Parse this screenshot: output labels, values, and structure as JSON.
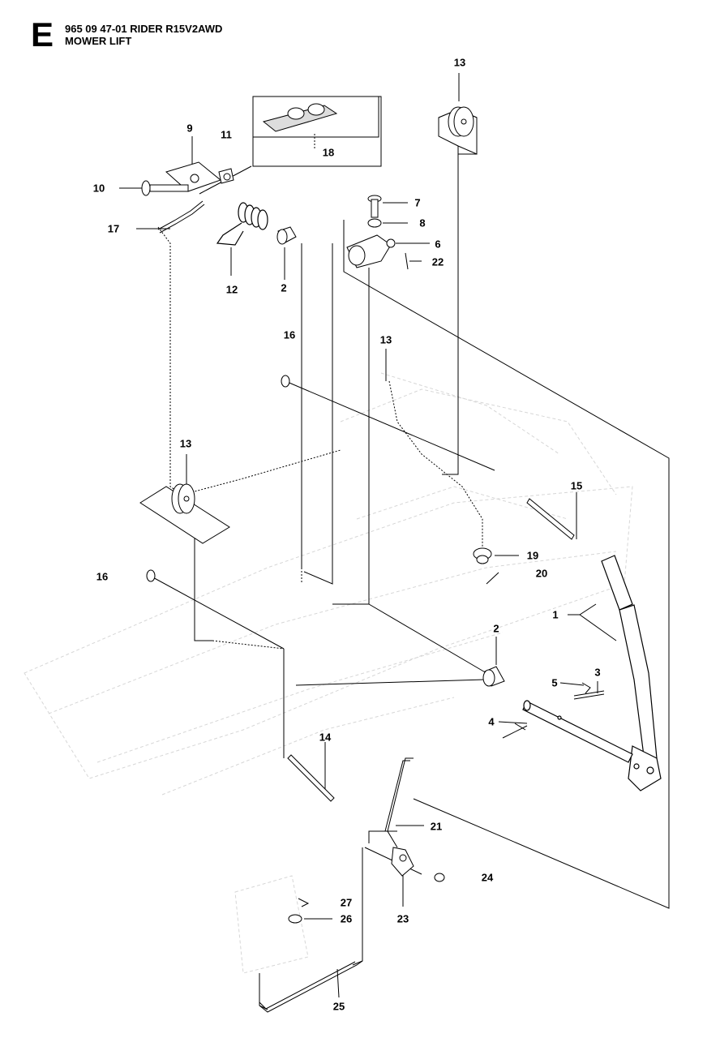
{
  "header": {
    "section_letter": "E",
    "model_line": "965 09 47-01 RIDER R15V2AWD",
    "subtitle": "MOWER LIFT"
  },
  "callouts": [
    {
      "id": "c1",
      "text": "1"
    },
    {
      "id": "c2a",
      "text": "2"
    },
    {
      "id": "c2b",
      "text": "2"
    },
    {
      "id": "c3",
      "text": "3"
    },
    {
      "id": "c4",
      "text": "4"
    },
    {
      "id": "c5",
      "text": "5"
    },
    {
      "id": "c6",
      "text": "6"
    },
    {
      "id": "c7",
      "text": "7"
    },
    {
      "id": "c8",
      "text": "8"
    },
    {
      "id": "c9",
      "text": "9"
    },
    {
      "id": "c10",
      "text": "10"
    },
    {
      "id": "c11",
      "text": "11"
    },
    {
      "id": "c12",
      "text": "12"
    },
    {
      "id": "c13a",
      "text": "13"
    },
    {
      "id": "c13b",
      "text": "13"
    },
    {
      "id": "c13c",
      "text": "13"
    },
    {
      "id": "c14",
      "text": "14"
    },
    {
      "id": "c15",
      "text": "15"
    },
    {
      "id": "c16a",
      "text": "16"
    },
    {
      "id": "c16b",
      "text": "16"
    },
    {
      "id": "c17",
      "text": "17"
    },
    {
      "id": "c18",
      "text": "18"
    },
    {
      "id": "c19",
      "text": "19"
    },
    {
      "id": "c20",
      "text": "20"
    },
    {
      "id": "c21",
      "text": "21"
    },
    {
      "id": "c22",
      "text": "22"
    },
    {
      "id": "c23",
      "text": "23"
    },
    {
      "id": "c24",
      "text": "24"
    },
    {
      "id": "c25",
      "text": "25"
    },
    {
      "id": "c26",
      "text": "26"
    },
    {
      "id": "c27",
      "text": "27"
    }
  ]
}
